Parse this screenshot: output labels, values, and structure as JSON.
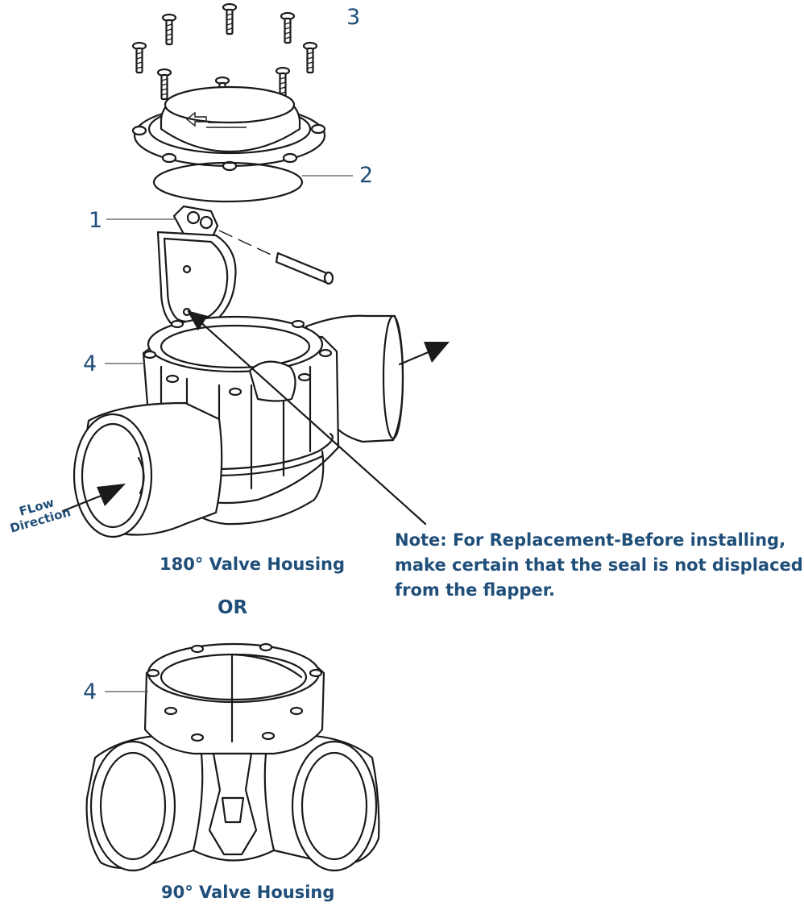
{
  "part_labels": {
    "flapper": "1",
    "o_ring": "2",
    "screws": "3",
    "housing_180": "4",
    "housing_90": "4"
  },
  "flow_label": {
    "line1": "FLow",
    "line2": "Direction"
  },
  "captions": {
    "housing_180": "180° Valve Housing",
    "or": "OR",
    "housing_90": "90° Valve Housing"
  },
  "note": {
    "line1": "Note: For Replacement-Before installing,",
    "line2": "make certain that the seal is not displaced",
    "line3": "from the flapper."
  },
  "colors": {
    "label_text": "#1f4e79",
    "line_art": "#1a1a1a"
  }
}
